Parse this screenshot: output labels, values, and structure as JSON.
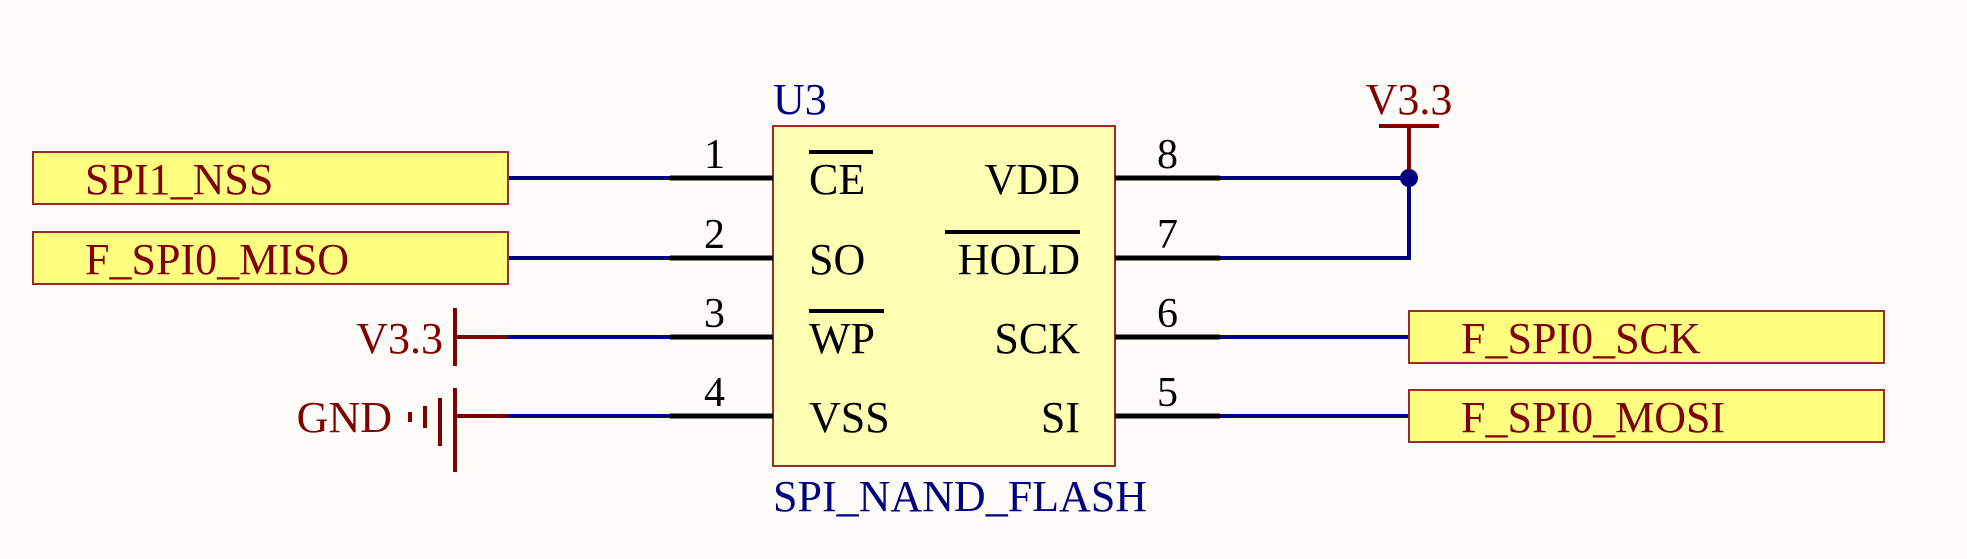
{
  "colors": {
    "background": "#fdfcf9",
    "wire": "#000080",
    "pin": "#000000",
    "component_fill": "#ffffb4",
    "component_stroke": "#9b2b2b",
    "port_fill": "#ffff80",
    "port_stroke": "#9b2b2b",
    "power": "#800000",
    "designator": "#000080",
    "junction": "#000080"
  },
  "component": {
    "designator": "U3",
    "comment": "SPI_NAND_FLASH",
    "left_pins": [
      {
        "number": "1",
        "name": "CE",
        "overbar": true
      },
      {
        "number": "2",
        "name": "SO",
        "overbar": false
      },
      {
        "number": "3",
        "name": "WP",
        "overbar": true
      },
      {
        "number": "4",
        "name": "VSS",
        "overbar": false
      }
    ],
    "right_pins": [
      {
        "number": "8",
        "name": "VDD",
        "overbar": false
      },
      {
        "number": "7",
        "name": "HOLD",
        "overbar": true
      },
      {
        "number": "6",
        "name": "SCK",
        "overbar": false
      },
      {
        "number": "5",
        "name": "SI",
        "overbar": false
      }
    ]
  },
  "ports": {
    "spi1_nss": "SPI1_NSS",
    "f_spi0_miso": "F_SPI0_MISO",
    "f_spi0_sck": "F_SPI0_SCK",
    "f_spi0_mosi": "F_SPI0_MOSI"
  },
  "power": {
    "top_right": "V3.3",
    "left_vcc": "V3.3",
    "left_gnd": "GND"
  }
}
